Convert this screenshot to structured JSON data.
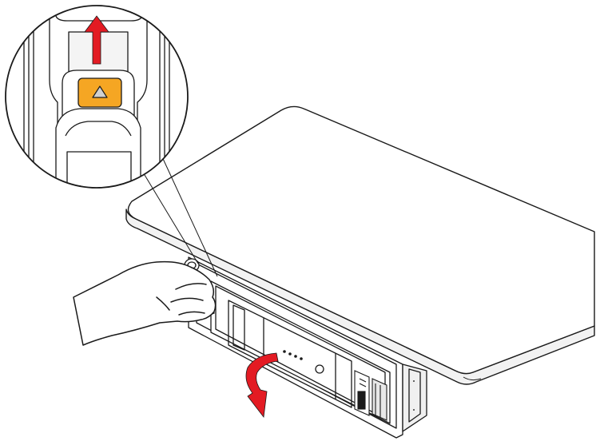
{
  "figure": {
    "kind": "installation-illustration",
    "background": "#ffffff",
    "line_color": "#1a1a1a",
    "accent_orange": "#f5a623",
    "arrow_red": "#e31b23",
    "callout": {
      "shape": "circle",
      "content": "release-latch-closeup",
      "latch_symbol": "triangle-up"
    },
    "actions": [
      {
        "icon": "pull-up-arrow",
        "color": "#e31b23",
        "direction": "up"
      },
      {
        "icon": "rotate-down-arrow",
        "color": "#e31b23",
        "direction": "down-curved"
      }
    ],
    "indicator_dots": 4
  }
}
